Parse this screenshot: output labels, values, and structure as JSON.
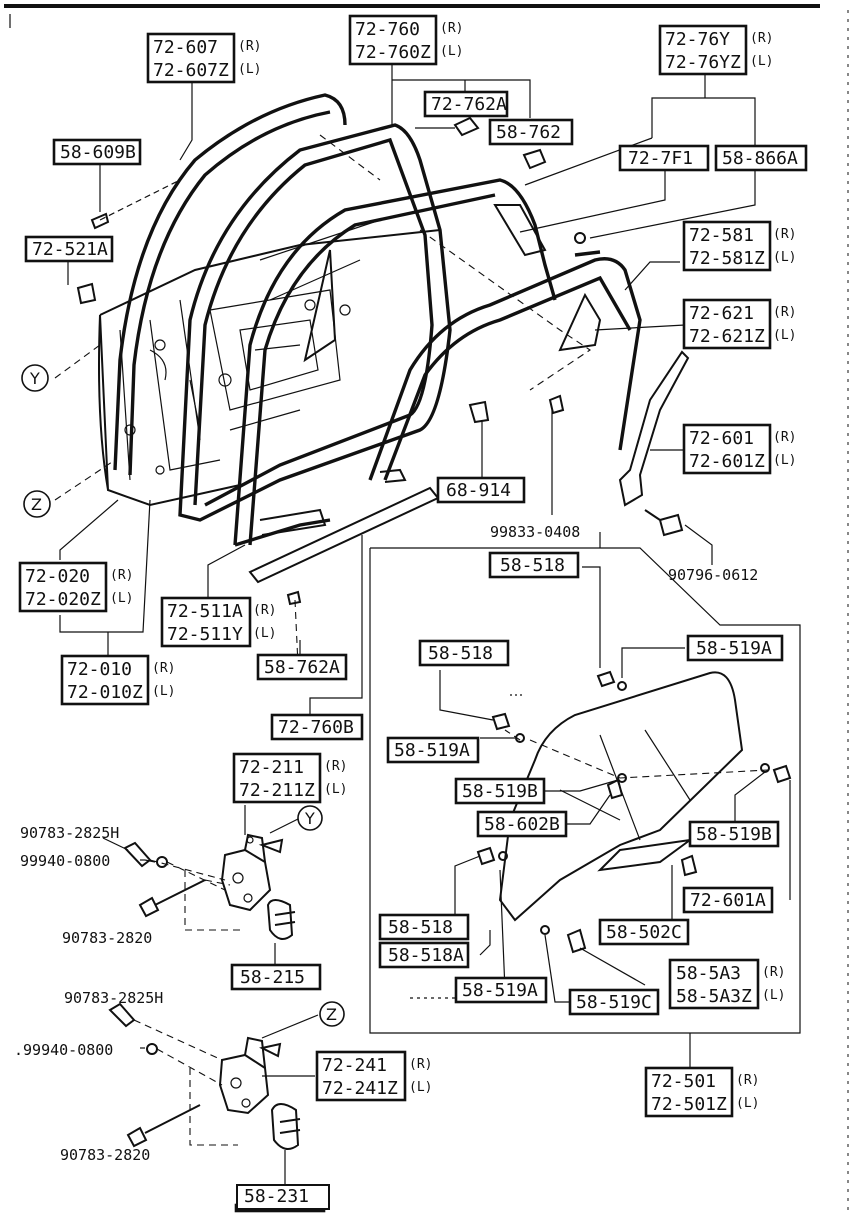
{
  "labels": {
    "p72_760": "72-760",
    "p72_760z": "72-760Z",
    "p72_607": "72-607",
    "p72_607z": "72-607Z",
    "p72_76y": "72-76Y",
    "p72_76yz": "72-76YZ",
    "p72_762a": "72-762A",
    "p58_762": "58-762",
    "p58_609b": "58-609B",
    "p72_7f1": "72-7F1",
    "p58_866a": "58-866A",
    "p72_521a": "72-521A",
    "p72_581": "72-581",
    "p72_581z": "72-581Z",
    "p72_621": "72-621",
    "p72_621z": "72-621Z",
    "p72_601": "72-601",
    "p72_601z": "72-601Z",
    "p68_914": "68-914",
    "p72_020": "72-020",
    "p72_020z": "72-020Z",
    "p72_511a": "72-511A",
    "p72_511y": "72-511Y",
    "p58_762a": "58-762A",
    "p72_010": "72-010",
    "p72_010z": "72-010Z",
    "p72_760b": "72-760B",
    "p58_518_top": "58-518",
    "p58_519a_top": "58-519A",
    "p58_518_mid": "58-518",
    "p58_519a_mid": "58-519A",
    "p58_519b_l": "58-519B",
    "p58_602b": "58-602B",
    "p58_519b_r": "58-519B",
    "p72_601a": "72-601A",
    "p58_502c": "58-502C",
    "p58_518_low": "58-518",
    "p58_518a": "58-518A",
    "p58_519a_low": "58-519A",
    "p58_519c": "58-519C",
    "p58_5a3": "58-5A3",
    "p58_5a3z": "58-5A3Z",
    "p72_501": "72-501",
    "p72_501z": "72-501Z",
    "p72_211": "72-211",
    "p72_211z": "72-211Z",
    "p58_215": "58-215",
    "p72_241": "72-241",
    "p72_241z": "72-241Z",
    "p58_231": "58-231"
  },
  "free_text": {
    "f99833": "99833-0408",
    "f90796": "90796-0612",
    "f90783_2825h_a": "90783-2825H",
    "f99940_a": "99940-0800",
    "f90783_2820_a": "90783-2820",
    "f90783_2825h_b": "90783-2825H",
    "f99940_b": ".99940-0800",
    "f90783_2820_b": "90783-2820"
  },
  "side_marks": {
    "r": "(R)",
    "l": "(L)"
  },
  "callouts": {
    "y": "Y",
    "z": "Z"
  }
}
